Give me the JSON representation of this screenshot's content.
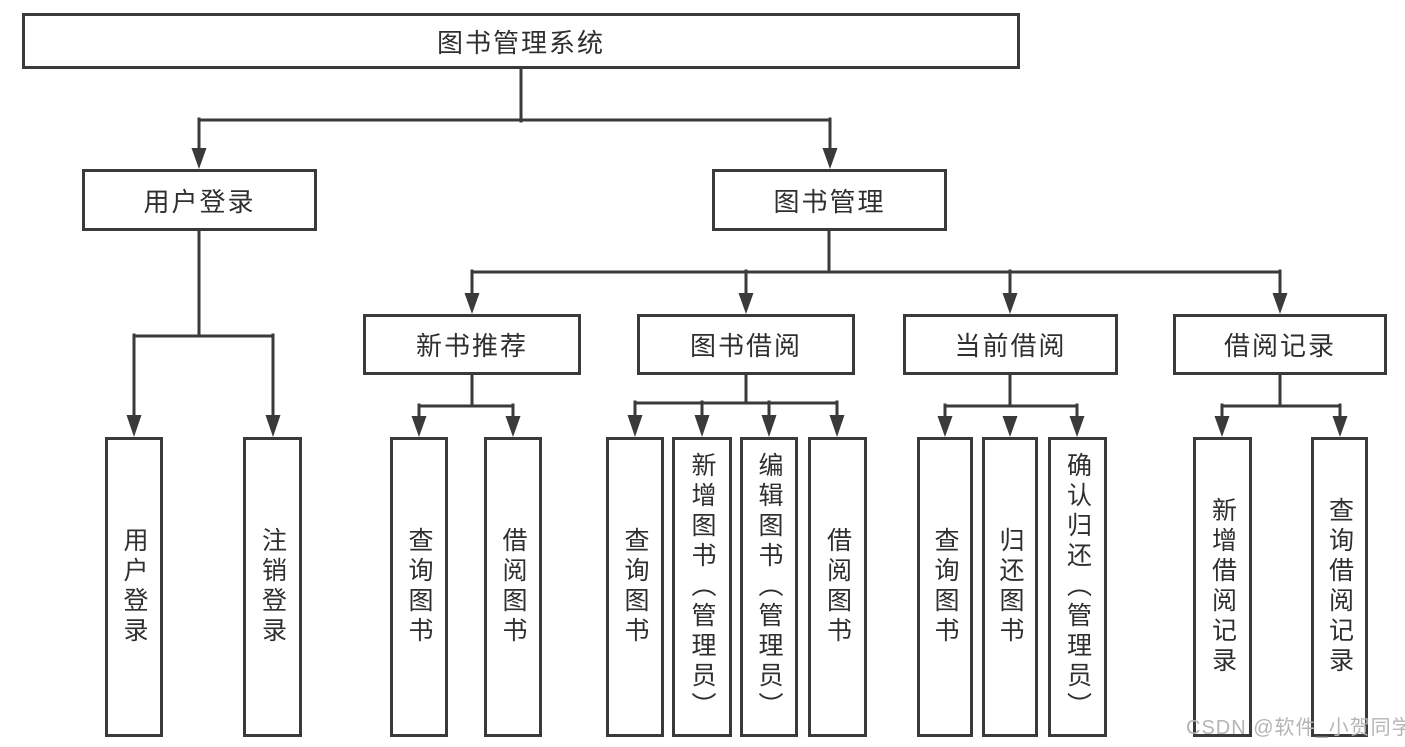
{
  "tree": {
    "root": "图书管理系统",
    "user": {
      "label": "用户登录",
      "children": [
        "用户登录",
        "注销登录"
      ]
    },
    "book": {
      "label": "图书管理",
      "sections": {
        "recommend": {
          "label": "新书推荐",
          "children": [
            "查询图书",
            "借阅图书"
          ]
        },
        "borrow": {
          "label": "图书借阅",
          "children": [
            "查询图书",
            "新增图书（管理员）",
            "编辑图书（管理员）",
            "借阅图书"
          ]
        },
        "current": {
          "label": "当前借阅",
          "children": [
            "查询图书",
            "归还图书",
            "确认归还（管理员）"
          ]
        },
        "records": {
          "label": "借阅记录",
          "children": [
            "新增借阅记录",
            "查询借阅记录"
          ]
        }
      }
    }
  },
  "watermark": "CSDN @软件_小贺同学",
  "colors": {
    "line": "#3a3a3a",
    "text": "#2f2f2f",
    "watermark": "#b5b5b5",
    "background": "#ffffff"
  }
}
